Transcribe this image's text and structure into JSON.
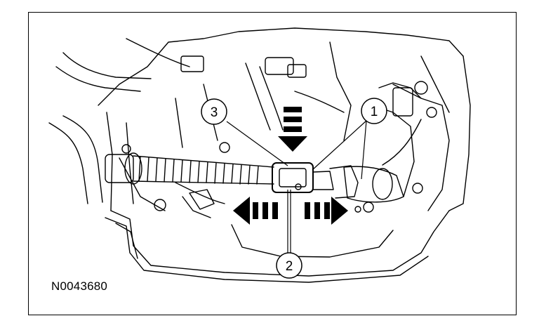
{
  "figure": {
    "id": "N0043680"
  },
  "callouts": [
    {
      "number": "1"
    },
    {
      "number": "2"
    },
    {
      "number": "3"
    }
  ],
  "colors": {
    "line": "#000000",
    "background": "#ffffff"
  }
}
